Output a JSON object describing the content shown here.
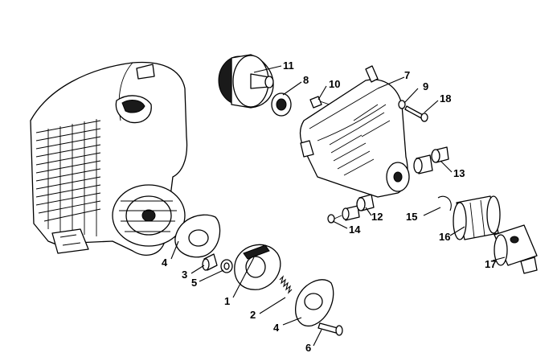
{
  "callouts": [
    {
      "id": "1",
      "text": "1"
    },
    {
      "id": "2",
      "text": "2"
    },
    {
      "id": "3",
      "text": "3"
    },
    {
      "id": "4a",
      "text": "4"
    },
    {
      "id": "4b",
      "text": "4"
    },
    {
      "id": "5",
      "text": "5"
    },
    {
      "id": "6",
      "text": "6"
    },
    {
      "id": "7",
      "text": "7"
    },
    {
      "id": "8",
      "text": "8"
    },
    {
      "id": "9",
      "text": "9"
    },
    {
      "id": "10",
      "text": "10"
    },
    {
      "id": "11",
      "text": "11"
    },
    {
      "id": "12",
      "text": "12"
    },
    {
      "id": "13",
      "text": "13"
    },
    {
      "id": "14",
      "text": "14"
    },
    {
      "id": "15",
      "text": "15"
    },
    {
      "id": "16",
      "text": "16"
    },
    {
      "id": "17",
      "text": "17"
    },
    {
      "id": "18",
      "text": "18"
    }
  ]
}
